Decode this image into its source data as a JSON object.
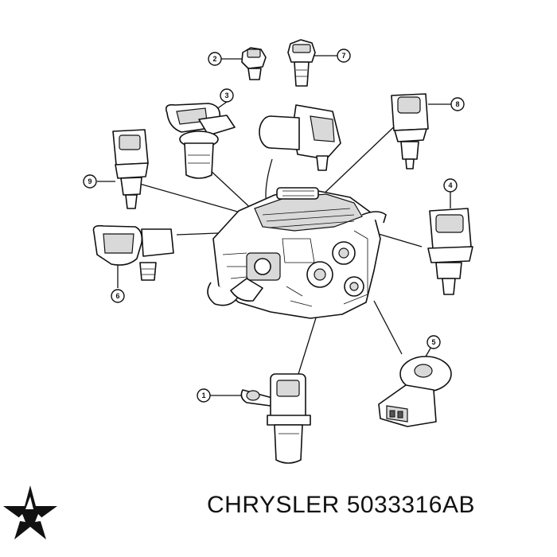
{
  "callouts": [
    {
      "label": "1"
    },
    {
      "label": "2"
    },
    {
      "label": "3"
    },
    {
      "label": "4"
    },
    {
      "label": "5"
    },
    {
      "label": "6"
    },
    {
      "label": "7"
    },
    {
      "label": "8"
    },
    {
      "label": "9"
    }
  ],
  "caption": {
    "brand": "CHRYSLER",
    "part_number": "5033316AB"
  },
  "icons": {
    "logo": "chrysler-pentastar-icon"
  }
}
